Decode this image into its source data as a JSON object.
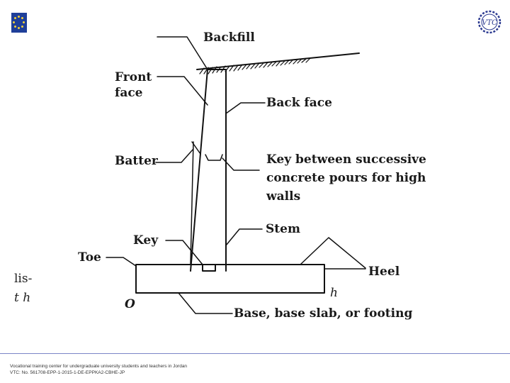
{
  "slide": {
    "left_fragment_1": "lis-",
    "left_fragment_2": "t h",
    "logo_text": "VTC"
  },
  "diagram": {
    "labels": {
      "backfill": "Backfill",
      "front_face_1": "Front",
      "front_face_2": "face",
      "back_face": "Back face",
      "batter": "Batter",
      "key_between_1": "Key between successive",
      "key_between_2": "concrete pours for high",
      "key_between_3": "walls",
      "stem": "Stem",
      "key": "Key",
      "toe": "Toe",
      "heel": "Heel",
      "o": "O",
      "h": "h",
      "base": "Base, base slab, or footing"
    }
  },
  "footer": {
    "line1": "Vocational training center for undergraduate university students and teachers  in Jordan",
    "line2": "VTC: No. 561708-EPP-1-2015-1-DE-EPPKA2-CBHE-JP"
  },
  "colors": {
    "eu_blue": "#1f3f99",
    "eu_yellow": "#f4d13a",
    "logo_blue": "#2b3990",
    "footer_rule": "#7b86c7"
  }
}
